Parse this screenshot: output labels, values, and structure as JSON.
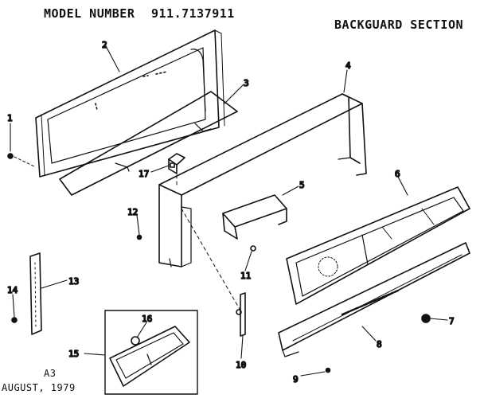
{
  "header": {
    "model_label": "MODEL NUMBER",
    "model_number": "911.7137911",
    "section_title": "BACKGUARD SECTION"
  },
  "footer": {
    "page_code": "A3",
    "date": "AUGUST, 1979"
  },
  "callouts": {
    "c1": "1",
    "c2": "2",
    "c3": "3",
    "c4": "4",
    "c5": "5",
    "c6": "6",
    "c7": "7",
    "c8": "8",
    "c9": "9",
    "c10": "10",
    "c11": "11",
    "c12": "12",
    "c13": "13",
    "c14": "14",
    "c15": "15",
    "c16": "16",
    "c17": "17"
  }
}
